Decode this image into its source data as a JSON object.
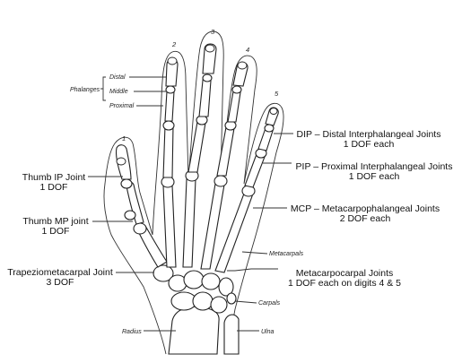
{
  "digit_numbers": [
    "1",
    "2",
    "3",
    "4",
    "5"
  ],
  "phalanges": {
    "group_label": "Phalanges",
    "distal": "Distal",
    "middle": "Middle",
    "proximal": "Proximal"
  },
  "bone_labels": {
    "metacarpals": "Metacarpals",
    "carpals": "Carpals",
    "radius": "Radius",
    "ulna": "Ulna"
  },
  "joints": {
    "thumb_ip": {
      "name": "Thumb IP Joint",
      "dof": "1 DOF"
    },
    "thumb_mp": {
      "name": "Thumb MP joint",
      "dof": "1 DOF"
    },
    "trapeziometacarpal": {
      "name": "Trapeziometacarpal Joint",
      "dof": "3 DOF"
    },
    "dip": {
      "name": "DIP – Distal Interphalangeal Joints",
      "dof": "1 DOF each"
    },
    "pip": {
      "name": "PIP – Proximal Interphalangeal Joints",
      "dof": "1 DOF each"
    },
    "mcp": {
      "name": "MCP – Metacarpophalangeal Joints",
      "dof": "2 DOF each"
    },
    "metacarpocarpal": {
      "name": "Metacarpocarpal Joints",
      "dof": "1 DOF each on digits 4 & 5"
    }
  }
}
